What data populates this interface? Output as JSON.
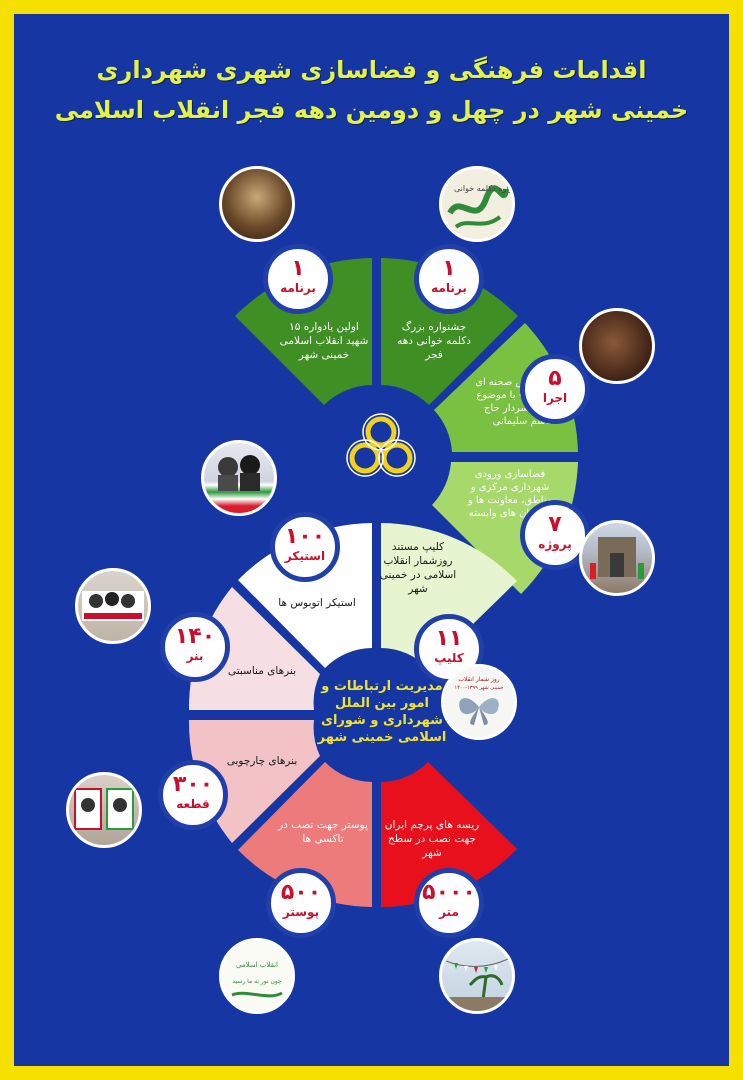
{
  "header": {
    "title_line1": "اقدامات فرهنگی و فضاسازی شهری شهرداری",
    "title_line2": "خمینی شهر در چهل و دومین دهه  فجر انقلاب اسلامی"
  },
  "center": {
    "text": "مدیریت ارتباطات و امور بین الملل شهرداری و شورای اسلامی خمینی شهر"
  },
  "segments": [
    {
      "id": "festival",
      "value": "۱",
      "unit": "برنامه",
      "text": "جشنواره بزرگ دکلمه خوانی دهه فجر"
    },
    {
      "id": "memorial",
      "value": "۱",
      "unit": "برنامه",
      "text": "اولین یادواره ۱۵ شهید انقلاب اسلامی خمینی شهر"
    },
    {
      "id": "exhibition",
      "value": "۵",
      "unit": "اجرا",
      "text": "اجرای نمایش صحنه ای «قرار شام» با موضوع شهادت سردار حاج قاسم سلیمانی"
    },
    {
      "id": "entrances",
      "value": "۷",
      "unit": "پروژه",
      "text": "فضاسازی ورودی شهرداری مرکزی و مناطق، معاونت ها و سازمان های وابسته"
    },
    {
      "id": "clips",
      "value": "۱۱",
      "unit": "کلیپ",
      "text": "کلیپ مستند روزشمار انقلاب اسلامی در خمینی شهر"
    },
    {
      "id": "bus_stickers",
      "value": "۱۰۰",
      "unit": "استیکر",
      "text": "استیکر اتوبوس ها"
    },
    {
      "id": "occasion_banners",
      "value": "۱۴۰",
      "unit": "بنر",
      "text": "بنرهای مناسبتی"
    },
    {
      "id": "frame_banners",
      "value": "۳۰۰",
      "unit": "قطعه",
      "text": "بنرهای چارچوبی"
    },
    {
      "id": "posters",
      "value": "۵۰۰",
      "unit": "پوستر",
      "text": "پوستر جهت نصب در تاکسی ها"
    },
    {
      "id": "flag_strings",
      "value": "۵۰۰۰",
      "unit": "متر",
      "text": "ریسه های پرچم ایران جهت نصب در سطح شهر"
    }
  ],
  "photo_captions": {
    "calligraphy": "واره دکلمه خوانی",
    "clip_title": "روز شمار انقلاب",
    "clip_sub": "خمینی شهر ۱۳۹۹-۱۴۰۰",
    "poster_line1": "انقلاب اسلامی",
    "poster_line2": "چون نور به ما رسید"
  },
  "colors": {
    "background": "#1637a3",
    "border": "#f6e000",
    "title": "#e3f244",
    "dark_green": "#3f8f24",
    "mid_green": "#7ac142",
    "light_green": "#a7d86a",
    "pale_green": "#e6f4d0",
    "white": "#ffffff",
    "pale_pink": "#f6dfe2",
    "light_pink": "#f2c2c6",
    "salmon": "#ee7b7b",
    "red": "#e8101c",
    "badge_text": "#c8102e",
    "center_text": "#f2e230"
  }
}
